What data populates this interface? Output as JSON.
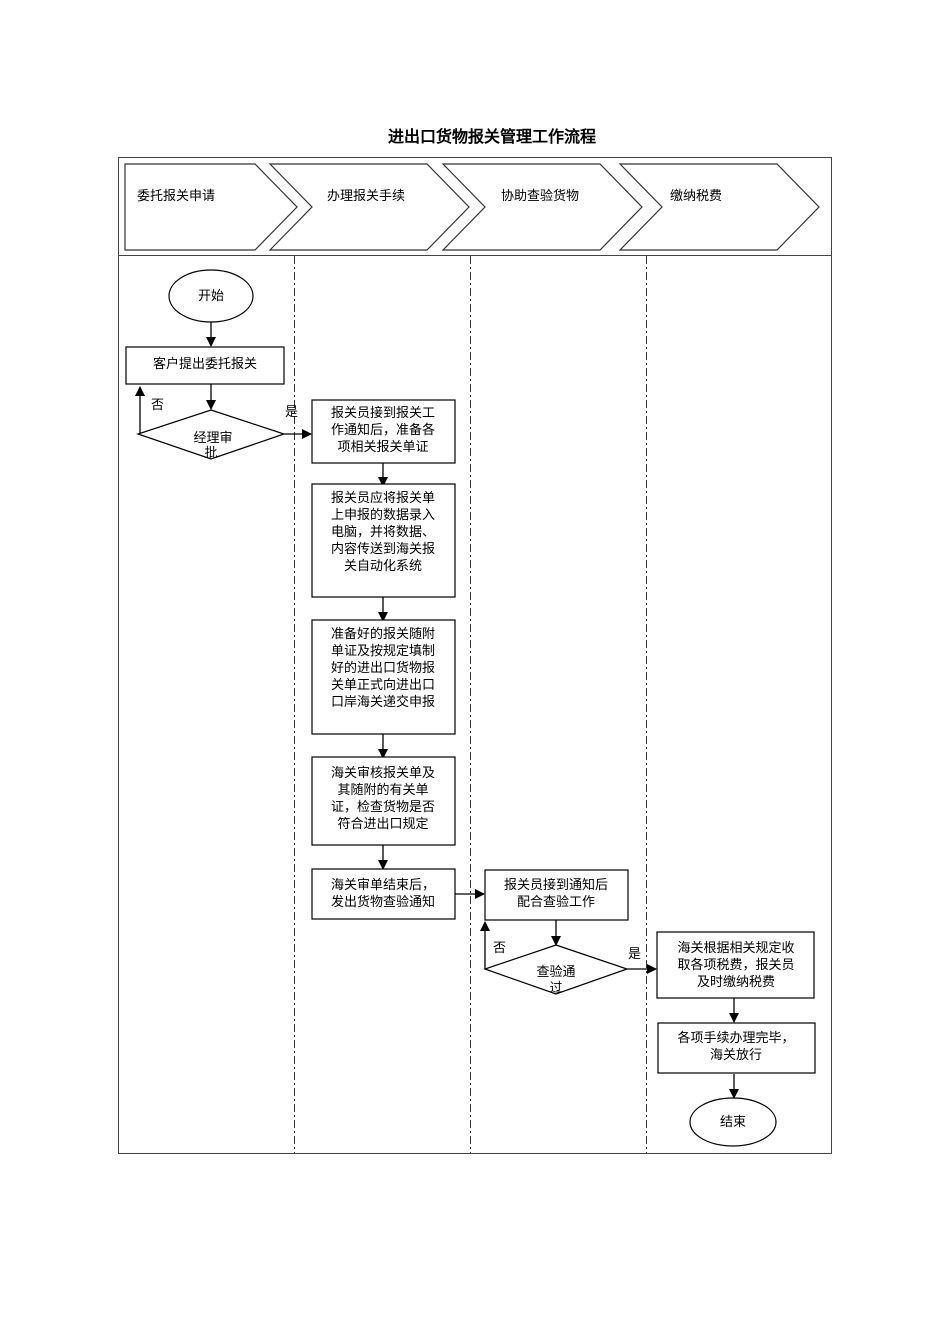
{
  "title": "进出口货物报关管理工作流程",
  "phases": [
    {
      "label": "委托报关申请"
    },
    {
      "label": "办理报关手续"
    },
    {
      "label": "协助查验货物"
    },
    {
      "label": "缴纳税费"
    }
  ],
  "nodes": {
    "start": {
      "label": "开始"
    },
    "client_request": {
      "label": "客户提出委托报关"
    },
    "manager_approval": {
      "lines": [
        "经理审",
        "批"
      ]
    },
    "prepare_docs": {
      "lines": [
        "报关员接到报关工",
        "作通知后，准备各",
        "项相关报关单证"
      ]
    },
    "enter_data": {
      "lines": [
        "报关员应将报关单",
        "上申报的数据录入",
        "电脑，并将数据、",
        "内容传送到海关报",
        "关自动化系统"
      ]
    },
    "submit_declaration": {
      "lines": [
        "准备好的报关随附",
        "单证及按规定填制",
        "好的进出口货物报",
        "关单正式向进出口",
        "口岸海关递交申报"
      ]
    },
    "customs_review": {
      "lines": [
        "海关审核报关单及",
        "其随附的有关单",
        "证，检查货物是否",
        "符合进出口规定"
      ]
    },
    "inspection_notice": {
      "lines": [
        "海关审单结束后，",
        "发出货物查验通知"
      ]
    },
    "cooperate_inspection": {
      "lines": [
        "报关员接到通知后",
        "配合查验工作"
      ]
    },
    "inspection_pass": {
      "lines": [
        "查验通",
        "过"
      ]
    },
    "pay_taxes": {
      "lines": [
        "海关根据相关规定收",
        "取各项税费，报关员",
        "及时缴纳税费"
      ]
    },
    "release": {
      "lines": [
        "各项手续办理完毕，",
        "海关放行"
      ]
    },
    "end": {
      "label": "结束"
    }
  },
  "edge_labels": {
    "approval_yes": "是",
    "approval_no": "否",
    "inspection_yes": "是",
    "inspection_no": "否"
  }
}
